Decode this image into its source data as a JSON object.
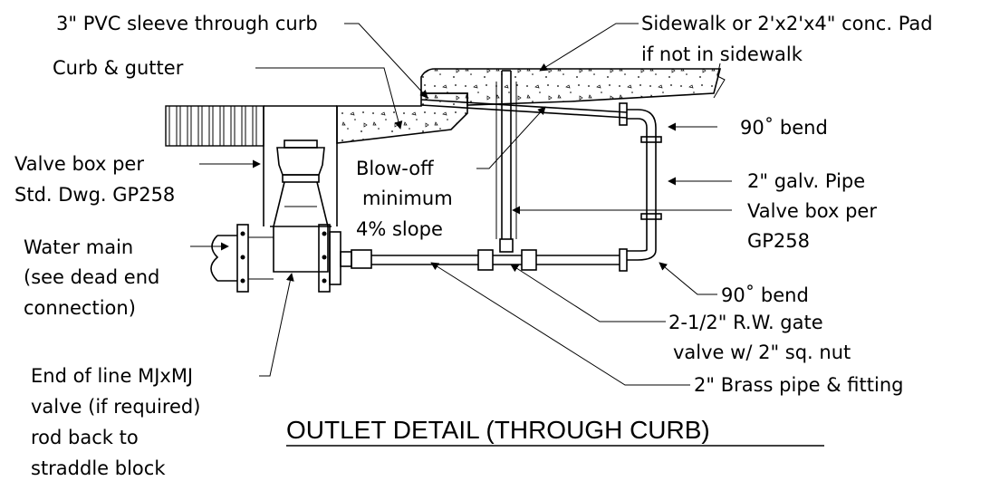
{
  "title": "OUTLET DETAIL (THROUGH CURB)",
  "labels": {
    "pvc_sleeve": "3\" PVC sleeve through curb",
    "curb_gutter": "Curb & gutter",
    "sidewalk_line1": "Sidewalk or 2'x2'x4\" conc. Pad",
    "sidewalk_line2": "if not in sidewalk",
    "bend_top": "90˚ bend",
    "valve_box_std_line1": "Valve box per",
    "valve_box_std_line2": "Std. Dwg. GP258",
    "blowoff_line1": "Blow-off",
    "blowoff_line2": "minimum",
    "blowoff_line3": "4% slope",
    "galv_pipe": "2\" galv. Pipe",
    "valve_box_gp_line1": "Valve box per",
    "valve_box_gp_line2": "GP258",
    "water_main_line1": "Water main",
    "water_main_line2": "(see dead end",
    "water_main_line3": "connection)",
    "bend_bottom": "90˚  bend",
    "rw_gate_line1": "2-1/2\" R.W. gate",
    "rw_gate_line2": "valve w/ 2\" sq. nut",
    "end_line_1": "End of line MJxMJ",
    "end_line_2": "valve (if required)",
    "end_line_3": "rod back to",
    "end_line_4": "straddle block",
    "brass_pipe": "2\" Brass pipe & fitting"
  }
}
